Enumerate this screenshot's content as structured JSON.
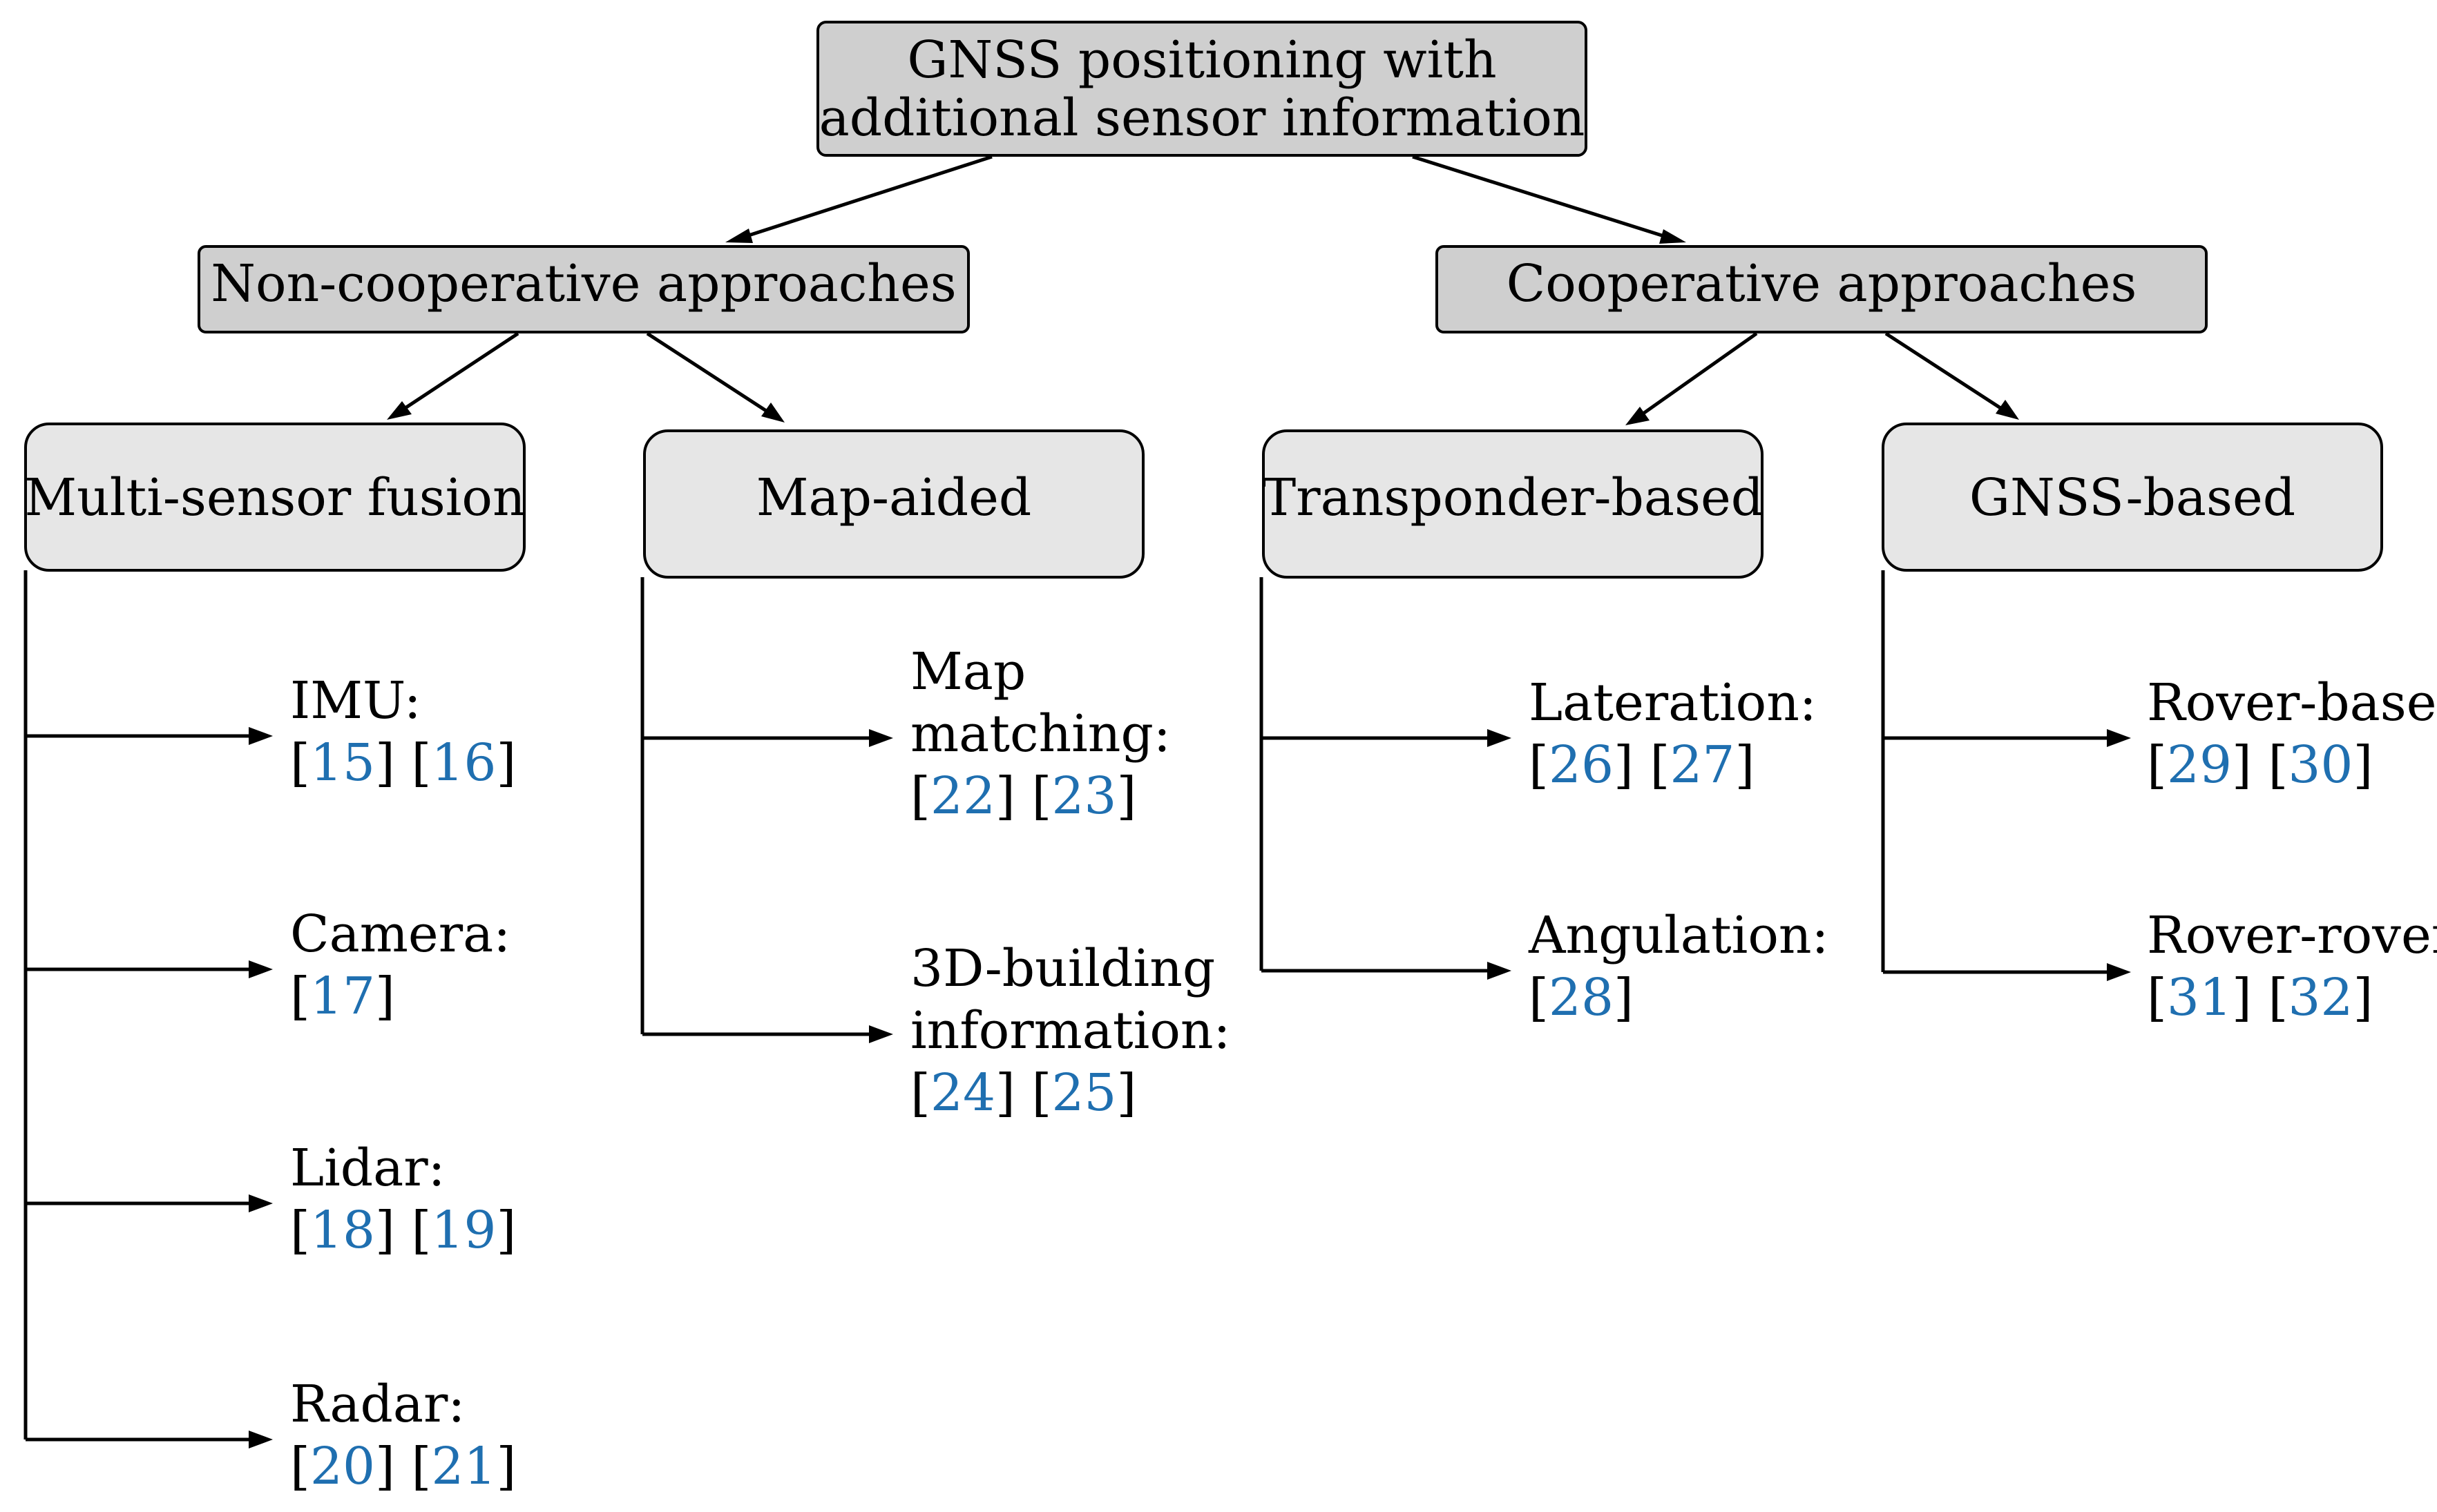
{
  "root": {
    "line1": "GNSS positioning with",
    "line2": "additional sensor information"
  },
  "categories": [
    {
      "label": "Non-cooperative approaches",
      "subs": [
        {
          "label": "Multi-sensor fusion",
          "leaves": [
            {
              "lines": [
                "IMU:"
              ],
              "refs": [
                "15",
                "16"
              ]
            },
            {
              "lines": [
                "Camera:"
              ],
              "refs": [
                "17"
              ]
            },
            {
              "lines": [
                "Lidar:"
              ],
              "refs": [
                "18",
                "19"
              ]
            },
            {
              "lines": [
                "Radar:"
              ],
              "refs": [
                "20",
                "21"
              ]
            }
          ]
        },
        {
          "label": "Map-aided",
          "leaves": [
            {
              "lines": [
                "Map",
                "matching:"
              ],
              "refs": [
                "22",
                "23"
              ]
            },
            {
              "lines": [
                "3D-building",
                "information:"
              ],
              "refs": [
                "24",
                "25"
              ]
            }
          ]
        }
      ]
    },
    {
      "label": "Cooperative approaches",
      "subs": [
        {
          "label": "Transponder-based",
          "leaves": [
            {
              "lines": [
                "Lateration:"
              ],
              "refs": [
                "26",
                "27"
              ]
            },
            {
              "lines": [
                "Angulation:"
              ],
              "refs": [
                "28"
              ]
            }
          ]
        },
        {
          "label": "GNSS-based",
          "leaves": [
            {
              "lines": [
                "Rover-base:"
              ],
              "refs": [
                "29",
                "30"
              ]
            },
            {
              "lines": [
                "Rover-rover:"
              ],
              "refs": [
                "31",
                "32"
              ]
            }
          ]
        }
      ]
    }
  ],
  "colors": {
    "box_dark": "#cfcfcf",
    "box_light": "#e6e6e6",
    "reference_link": "#1f6fb0"
  }
}
